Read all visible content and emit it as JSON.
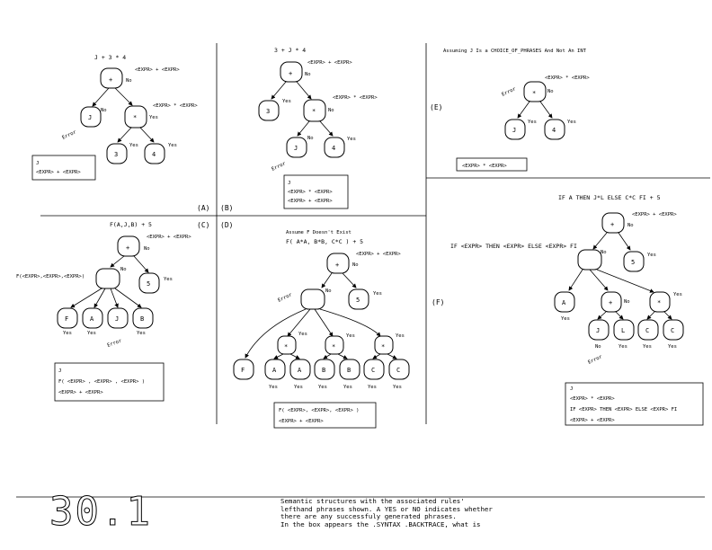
{
  "figure": {
    "number": "30.1",
    "caption_lines": [
      "Semantic structures with the associated rules'",
      "lefthand phrases shown.  A YES or NO indicates whether",
      "there are any successfuly generated phrases.",
      "In the box appears the .SYNTAX .BACKTRACE, what is"
    ]
  },
  "panels": {
    "a": {
      "label": "(A)",
      "title": "J + 3 * 4",
      "root_rule": "<EXPR> + <EXPR>",
      "sub_rule": "<EXPR> * <EXPR>",
      "root_op": "+",
      "mul_op": "*",
      "leaf_j": "J",
      "leaf_3": "3",
      "leaf_4": "4",
      "no": "No",
      "yes": "Yes",
      "error": "Error",
      "box": [
        "J",
        "<EXPR> + <EXPR>"
      ]
    },
    "b": {
      "label": "(B)",
      "title": "3 + J * 4",
      "root_rule": "<EXPR> + <EXPR>",
      "sub_rule": "<EXPR> * <EXPR>",
      "root_op": "+",
      "mul_op": "*",
      "leaf_3": "3",
      "leaf_j": "J",
      "leaf_4": "4",
      "no": "No",
      "yes": "Yes",
      "error": "Error",
      "box": [
        "J",
        "<EXPR> * <EXPR>",
        "<EXPR> + <EXPR>"
      ]
    },
    "c": {
      "label": "(C)",
      "title": "F(A,J,B) + 5",
      "root_rule": "<EXPR> + <EXPR>",
      "func_rule": "F(<EXPR>,<EXPR>,<EXPR>)",
      "root_op": "+",
      "leaves": [
        "F",
        "A",
        "J",
        "B"
      ],
      "leaf_5": "5",
      "no": "No",
      "yes": "Yes",
      "error": "Error",
      "box": [
        "J",
        "F( <EXPR> , <EXPR> , <EXPR> )",
        "<EXPR> + <EXPR>"
      ]
    },
    "d": {
      "label": "(D)",
      "note": "Assume F Doesn't Exist",
      "title": "F( A*A, B*B, C*C )  +  5",
      "root_rule": "<EXPR> + <EXPR>",
      "root_op": "+",
      "leaves": [
        "F",
        "A",
        "A",
        "B",
        "B",
        "C",
        "C"
      ],
      "leaf_5": "5",
      "no": "No",
      "yes": "Yes",
      "error": "Error",
      "box": [
        "F( <EXPR>, <EXPR>, <EXPR> )",
        "<EXPR> + <EXPR>"
      ]
    },
    "e": {
      "label": "(E)",
      "note": "Assuming J Is a CHOICE_OF_PHRASES And Not An INT",
      "root_rule": "<EXPR> * <EXPR>",
      "root_op": "*",
      "leaf_j": "J",
      "leaf_4": "4",
      "no": "No",
      "yes": "Yes",
      "error": "Error",
      "box": [
        "<EXPR> * <EXPR>"
      ]
    },
    "f": {
      "label": "(F)",
      "title": "IF A THEN J*L ELSE C*C FI  +  5",
      "root_rule": "<EXPR> + <EXPR>",
      "if_rule": "IF <EXPR> THEN <EXPR> ELSE <EXPR> FI",
      "root_op": "+",
      "leaf_5": "5",
      "leaf_a": "A",
      "leaves": [
        "J",
        "L",
        "C",
        "C"
      ],
      "no": "No",
      "yes": "Yes",
      "error": "Error",
      "box": [
        "J",
        "<EXPR> * <EXPR>",
        "IF <EXPR> THEN <EXPR> ELSE <EXPR> FI",
        "<EXPR> + <EXPR>"
      ]
    }
  }
}
